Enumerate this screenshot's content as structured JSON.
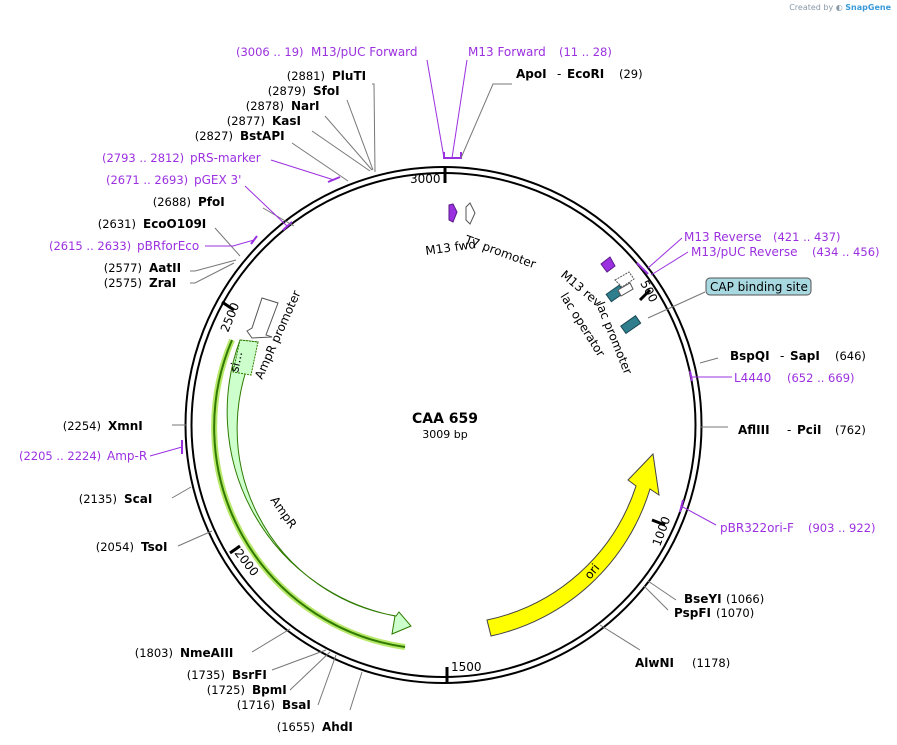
{
  "credit": {
    "prefix": "Created by",
    "brand": "SnapGene"
  },
  "plasmid": {
    "name": "CAA 659",
    "size": "3009 bp"
  },
  "ticks": [
    "3000",
    "500",
    "1000",
    "1500",
    "2000",
    "2500"
  ],
  "sites": {
    "aponame": "ApoI",
    "dash1": "-",
    "ecori": "EcoRI",
    "ecori_pos": "(29)",
    "pluti_pos": "(2881)",
    "pluti": "PluTI",
    "sfoi_pos": "(2879)",
    "sfoi": "SfoI",
    "nari_pos": "(2878)",
    "nari": "NarI",
    "kasi_pos": "(2877)",
    "kasi": "KasI",
    "bstapi_pos": "(2827)",
    "bstapi": "BstAPI",
    "pfoi_pos": "(2688)",
    "pfoi": "PfoI",
    "ecoo109i_pos": "(2631)",
    "ecoo109i": "EcoO109I",
    "aatii_pos": "(2577)",
    "aatii": "AatII",
    "zrai_pos": "(2575)",
    "zrai": "ZraI",
    "xmni_pos": "(2254)",
    "xmni": "XmnI",
    "scai_pos": "(2135)",
    "scai": "ScaI",
    "tsoi_pos": "(2054)",
    "tsoi": "TsoI",
    "nmeaiii_pos": "(1803)",
    "nmeaiii": "NmeAIII",
    "bsrfi_pos": "(1735)",
    "bsrfi": "BsrFI",
    "bpmi_pos": "(1725)",
    "bpmi": "BpmI",
    "bsai_pos": "(1716)",
    "bsai": "BsaI",
    "ahdi_pos": "(1655)",
    "ahdi": "AhdI",
    "bspqi": "BspQI",
    "dash2": "-",
    "sapi": "SapI",
    "sapi_pos": "(646)",
    "aflIII": "AflIII",
    "dash3": "-",
    "pcii": "PciI",
    "pcii_pos": "(762)",
    "bseyi": "BseYI",
    "bseyi_pos": "(1066)",
    "pspfi": "PspFI",
    "pspfi_pos": "(1070)",
    "alwni": "AlwNI",
    "alwni_pos": "(1178)"
  },
  "primers": {
    "m13puc_fwd_range": "(3006 .. 19)",
    "m13puc_fwd": "M13/pUC Forward",
    "m13_fwd": "M13 Forward",
    "m13_fwd_range": "(11 .. 28)",
    "prs_range": "(2793 .. 2812)",
    "prs": "pRS-marker",
    "pgex_range": "(2671 .. 2693)",
    "pgex": "pGEX 3'",
    "pbrforeco_range": "(2615 .. 2633)",
    "pbrforeco": "pBRforEco",
    "ampr_primer_range": "(2205 .. 2224)",
    "ampr_primer": "Amp-R",
    "m13rev": "M13 Reverse",
    "m13rev_range": "(421 .. 437)",
    "m13puc_rev": "M13/pUC Reverse",
    "m13puc_rev_range": "(434 .. 456)",
    "l4440": "L4440",
    "l4440_range": "(652 .. 669)",
    "pbr322": "pBR322ori-F",
    "pbr322_range": "(903 .. 922)"
  },
  "features": {
    "m13fwd": "M13 fwd",
    "t7": "T7 promoter",
    "m13rev": "M13 rev",
    "lacop": "lac operator",
    "lacprom": "lac promoter",
    "cap": "CAP binding site",
    "ampr_prom": "AmpR promoter",
    "signal": "si...",
    "ampr": "AmpR",
    "ori": "ori"
  },
  "colors": {
    "purple": "#9b30e0",
    "ampr_fill": "#ccffcc",
    "ori_fill": "#ffff00",
    "teal": "#2e7e8e",
    "cap_fill": "#a8d8e0",
    "green_line": "#2f7a00",
    "green_glow": "#b8e86a",
    "backbone": "#000000"
  }
}
